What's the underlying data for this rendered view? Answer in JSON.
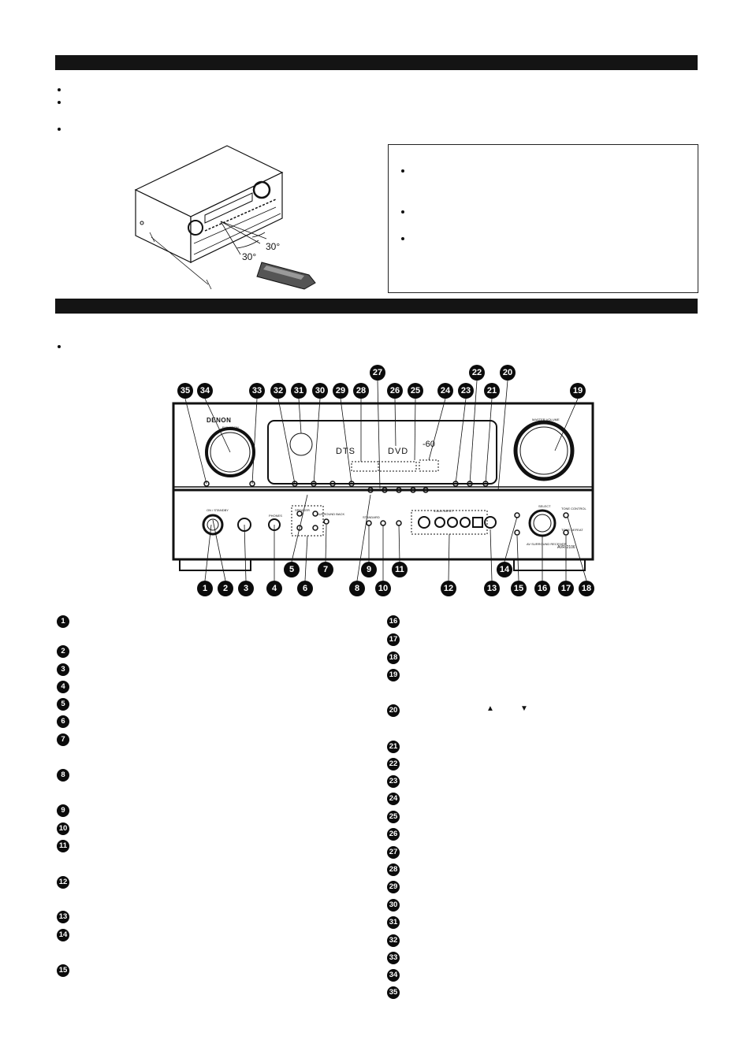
{
  "figure_remote": {
    "angle_left": "30°",
    "angle_right": "30°"
  },
  "front_panel": {
    "brand": "DENON",
    "function_label": "FUNCTION",
    "master_volume_label": "MASTER VOLUME",
    "display_dts": "DTS",
    "display_dvd": "DVD",
    "display_level": "-60",
    "on_standby_label": "ON / STANDBY",
    "phones_label": "PHONES",
    "speaker_label": "SPEAKER",
    "surround_back_label": "SURROUND BACK",
    "standard_label": "STANDARD",
    "input_label": "V.AUX INPUT",
    "select_label": "SELECT",
    "model_label": "AV SURROUND RECEIVER",
    "model_number": "AVR-2106",
    "tone_control_label": "TONE CONTROL",
    "tone_defeat_label": "TONE DEFEAT"
  },
  "diagram_callouts": {
    "top": [
      "35",
      "34",
      "33",
      "32",
      "31",
      "30",
      "29",
      "28",
      "27",
      "26",
      "25",
      "24",
      "23",
      "22",
      "21",
      "20",
      "19"
    ],
    "bottom": [
      "1",
      "2",
      "3",
      "4",
      "5",
      "6",
      "7",
      "8",
      "9",
      "10",
      "11",
      "12",
      "13",
      "14",
      "15",
      "16",
      "17",
      "18"
    ]
  },
  "arrows": {
    "up": "▲",
    "down": "▼"
  },
  "list_markers": {
    "left": [
      "1",
      "2",
      "3",
      "4",
      "5",
      "6",
      "7",
      "8",
      "9",
      "10",
      "11",
      "12",
      "13",
      "14",
      "15"
    ],
    "right": [
      "16",
      "17",
      "18",
      "19",
      "20",
      "21",
      "22",
      "23",
      "24",
      "25",
      "26",
      "27",
      "28",
      "29",
      "30",
      "31",
      "32",
      "33",
      "34",
      "35"
    ]
  }
}
